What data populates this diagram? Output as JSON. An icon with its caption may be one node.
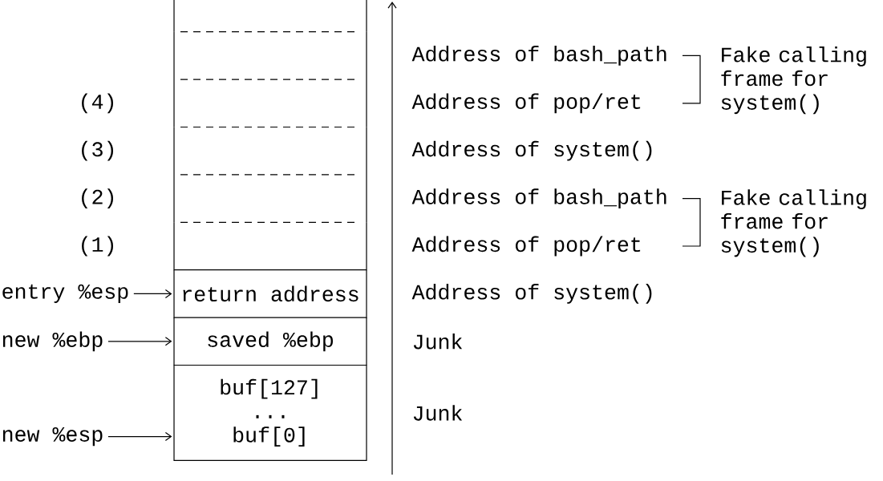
{
  "diagram": {
    "nodes": [
      {
        "text": [],
        "shape": "box"
      },
      {
        "text": [],
        "shape": "box",
        "beside": [
          "Address of bash_path"
        ]
      },
      {
        "text": [],
        "shape": "box",
        "beside": [
          "Address of pop/ret"
        ]
      },
      {
        "text": [],
        "shape": "box",
        "beside": [
          "Address of system()"
        ]
      },
      {
        "text": [],
        "shape": "box",
        "beside": [
          "Address of bash_path"
        ]
      },
      {
        "text": [],
        "shape": "box",
        "beside": [
          "Address of pop/ret"
        ]
      },
      {
        "text": [
          "return address"
        ],
        "beside": [
          "Address of system()"
        ]
      },
      {
        "text": [
          "saved %ebp"
        ],
        "beside": [
          "Junk"
        ]
      },
      {
        "text": [
          "buf[127]",
          "...",
          "buf[0]"
        ],
        "beside": [
          "Junk"
        ]
      },
      {
        "text": [
          "entry %esp"
        ]
      },
      {
        "text": [
          "new %ebp"
        ]
      },
      {
        "text": [
          "new %esp"
        ]
      }
    ],
    "edges": [
      {
        "from": 9,
        "to": 6,
        "arrow": "to"
      },
      {
        "from": 10,
        "to": 7,
        "arrow": "to"
      },
      {
        "from": 11,
        "to": 8,
        "arrow": "to"
      }
    ],
    "labels": [
      "Fake calling frame for system()",
      "(4)",
      "(3)",
      "(2)",
      "Fake calling frame for system()",
      "(1)"
    ]
  }
}
